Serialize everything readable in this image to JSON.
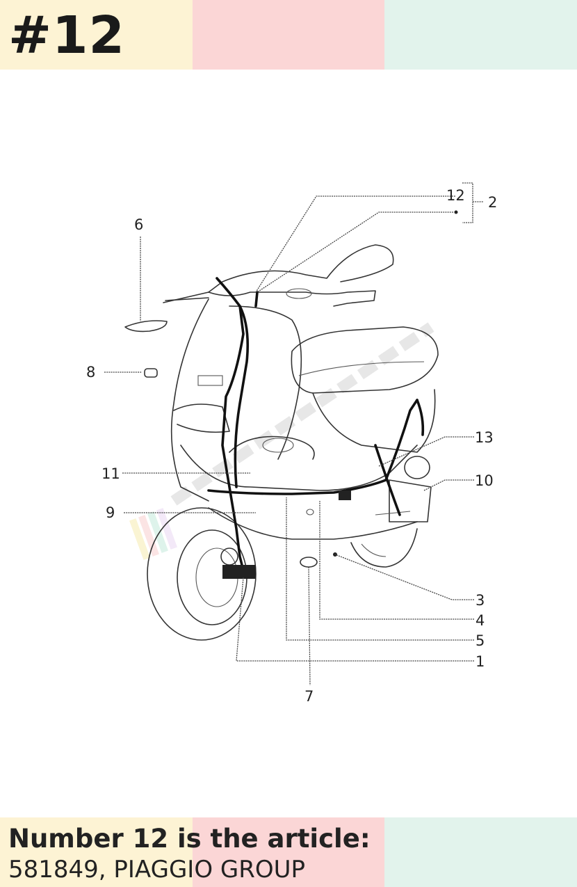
{
  "header": {
    "title": "#12",
    "band_colors": [
      "#fdf3d4",
      "#fbd6d6",
      "#e2f3ec"
    ]
  },
  "footer": {
    "line1": "Number 12 is the article:",
    "line2": "581849, PIAGGIO GROUP",
    "band_colors": [
      "#fdf3d4",
      "#fbd6d6",
      "#e2f3ec"
    ]
  },
  "diagram": {
    "callouts": [
      "12",
      "2",
      "6",
      "8",
      "13",
      "11",
      "10",
      "9",
      "3",
      "4",
      "5",
      "1",
      "7"
    ]
  }
}
